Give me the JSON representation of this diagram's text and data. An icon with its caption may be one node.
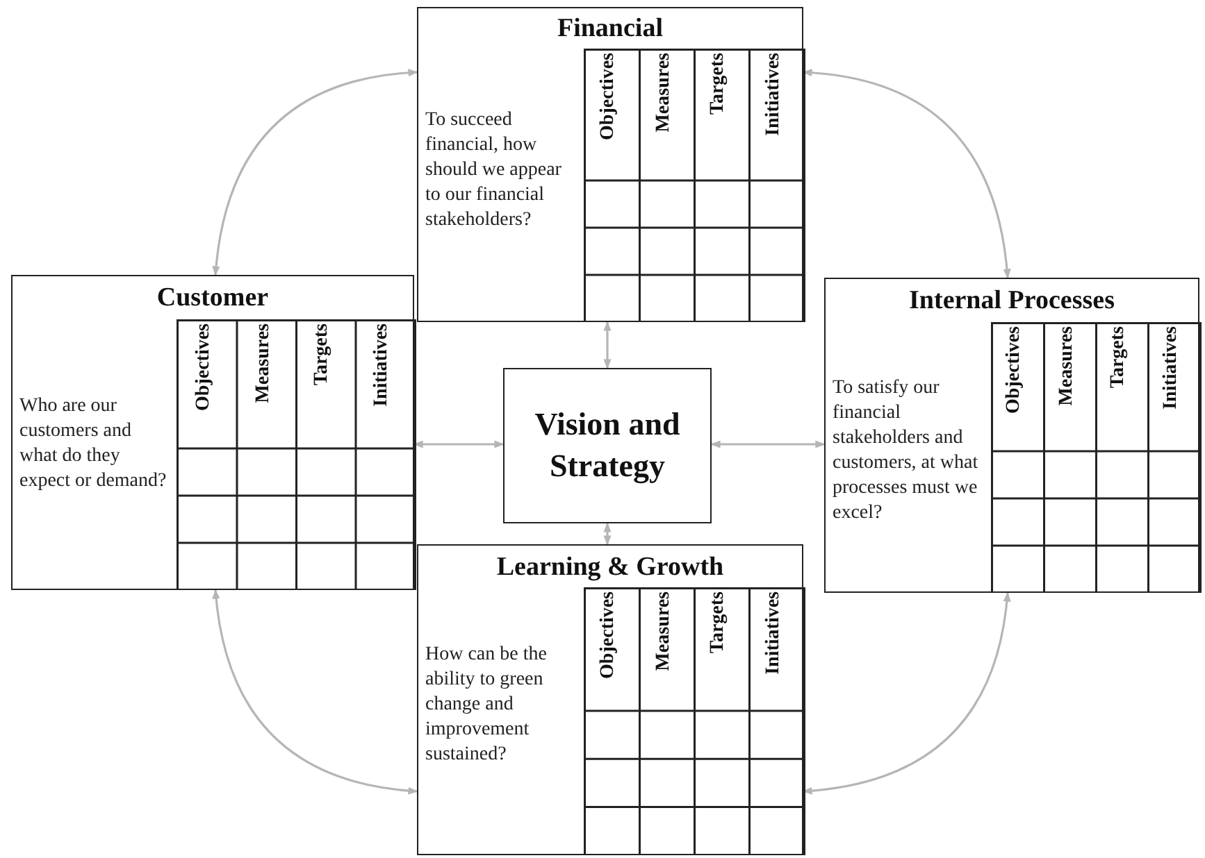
{
  "diagram": {
    "nodes": [
      {
        "text": [
          "Financial",
          "To succeed financial, how should we appear to our financial stakeholders?",
          "Objectives",
          "Measures",
          "Targets",
          "Initiatives"
        ]
      },
      {
        "text": [
          "Customer",
          "Who are our customers and what do they expect or demand?",
          "Objectives",
          "Measures",
          "Targets",
          "Initiatives"
        ]
      },
      {
        "text": [
          "Vision and Strategy"
        ]
      },
      {
        "text": [
          "Internal Processes",
          "To satisfy our financial stakeholders and customers, at what processes must we excel?",
          "Objectives",
          "Measures",
          "Targets",
          "Initiatives"
        ]
      },
      {
        "text": [
          "Learning & Growth",
          "How can be the ability to green change and improvement sustained?",
          "Objectives",
          "Measures",
          "Targets",
          "Initiatives"
        ]
      }
    ],
    "edges": [
      {
        "from": 0,
        "to": 1,
        "arrow": "both"
      },
      {
        "from": 0,
        "to": 3,
        "arrow": "both"
      },
      {
        "from": 1,
        "to": 4,
        "arrow": "both"
      },
      {
        "from": 3,
        "to": 4,
        "arrow": "both"
      },
      {
        "from": 2,
        "to": 0,
        "arrow": "both"
      },
      {
        "from": 2,
        "to": 1,
        "arrow": "both"
      },
      {
        "from": 2,
        "to": 3,
        "arrow": "both"
      },
      {
        "from": 2,
        "to": 4,
        "arrow": "both"
      }
    ]
  }
}
